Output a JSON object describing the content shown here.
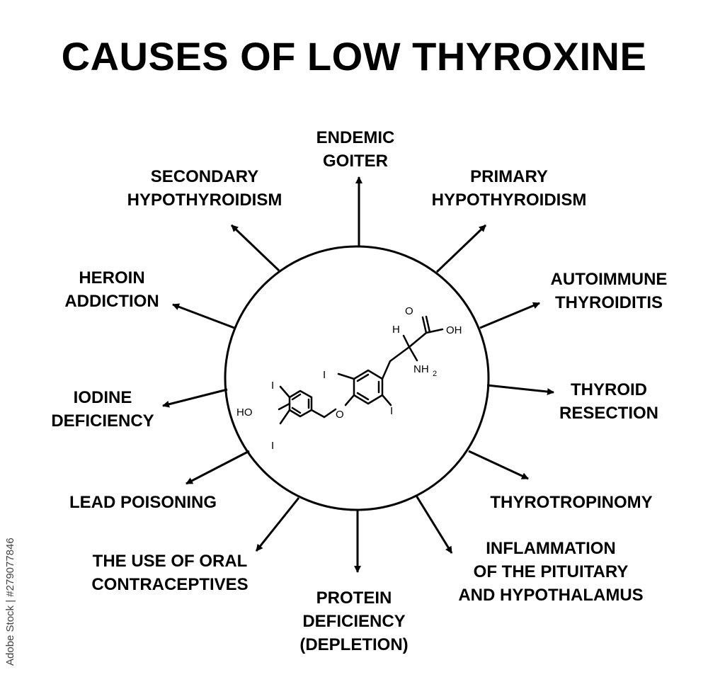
{
  "title": "CAUSES OF LOW THYROXINE",
  "watermark": "Adobe Stock | #279077846",
  "molecule": {
    "labels": {
      "ho": "HO",
      "o_ether": "O",
      "o_carbonyl": "O",
      "oh": "OH",
      "h": "H",
      "nh2": "NH",
      "nh2_sub": "2",
      "iodine": "I"
    }
  },
  "causes": [
    {
      "id": "endemic-goiter",
      "lines": [
        "ENDEMIC",
        "GOITER"
      ]
    },
    {
      "id": "primary-hypothyroidism",
      "lines": [
        "PRIMARY",
        "HYPOTHYROIDISM"
      ]
    },
    {
      "id": "autoimmune-thyroiditis",
      "lines": [
        "AUTOIMMUNE",
        "THYROIDITIS"
      ]
    },
    {
      "id": "thyroid-resection",
      "lines": [
        "THYROID",
        "RESECTION"
      ]
    },
    {
      "id": "thyrotropinomy",
      "lines": [
        "THYROTROPINOMY"
      ]
    },
    {
      "id": "inflammation",
      "lines": [
        "INFLAMMATION",
        "OF THE PITUITARY",
        "AND HYPOTHALAMUS"
      ]
    },
    {
      "id": "protein-deficiency",
      "lines": [
        "PROTEIN",
        "DEFICIENCY",
        "(DEPLETION)"
      ]
    },
    {
      "id": "oral-contraceptives",
      "lines": [
        "THE USE OF ORAL",
        "CONTRACEPTIVES"
      ]
    },
    {
      "id": "lead-poisoning",
      "lines": [
        "LEAD POISONING"
      ]
    },
    {
      "id": "iodine-deficiency",
      "lines": [
        "IODINE",
        "DEFICIENCY"
      ]
    },
    {
      "id": "heroin-addiction",
      "lines": [
        "HEROIN",
        "ADDICTION"
      ]
    },
    {
      "id": "secondary-hypothyroidism",
      "lines": [
        "SECONDARY",
        "HYPOTHYROIDISM"
      ]
    }
  ]
}
